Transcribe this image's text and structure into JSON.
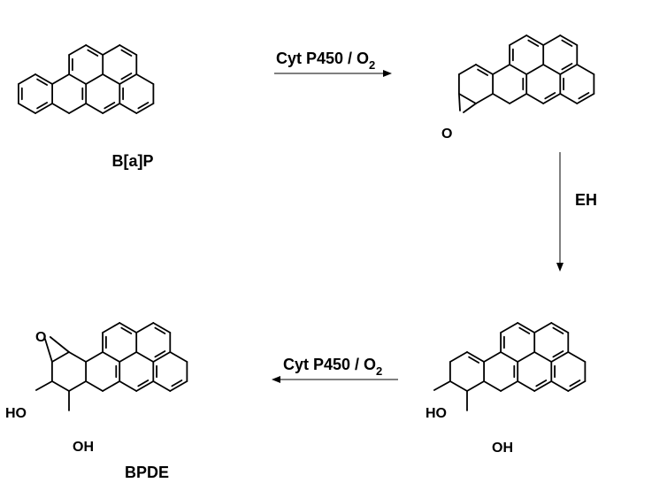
{
  "compounds": {
    "benzo_a_pyrene": {
      "label": "B[a]P"
    },
    "epoxide_7_8": {
      "atoms": {
        "O": "O"
      }
    },
    "dihydrodiol": {
      "atoms": {
        "OH1": "HO",
        "OH2": "OH"
      }
    },
    "bpde": {
      "label": "BPDE",
      "atoms": {
        "O": "O",
        "OH1": "HO",
        "OH2": "OH"
      }
    }
  },
  "arrows": {
    "step1": {
      "reagent": "Cyt P450 / O",
      "subscript": "2"
    },
    "step2": {
      "reagent": "EH"
    },
    "step3": {
      "reagent": "Cyt P450 / O",
      "subscript": "2"
    }
  }
}
